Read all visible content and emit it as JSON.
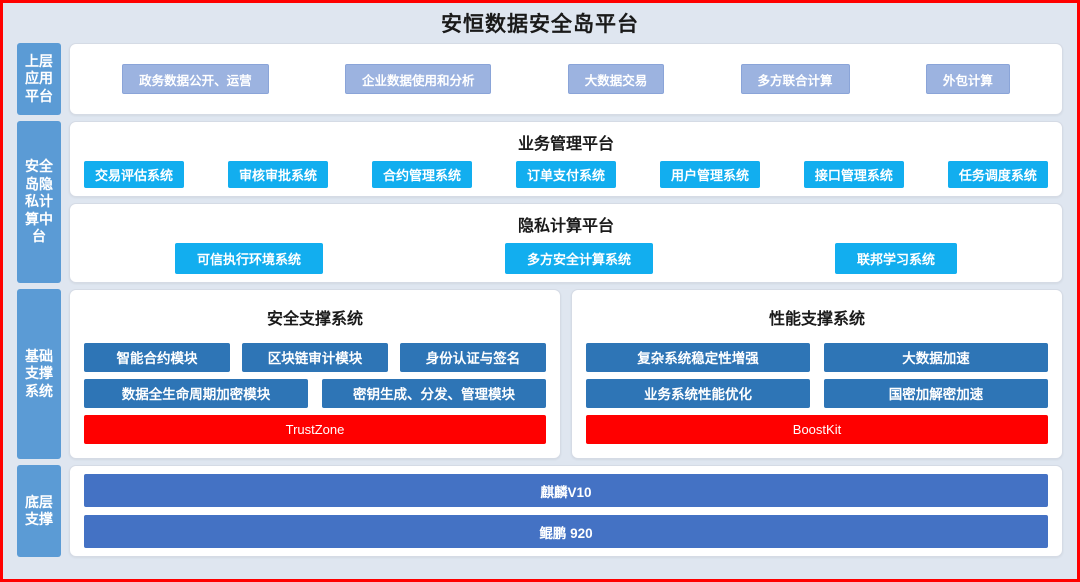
{
  "header": {
    "title": "安恒数据安全岛平台"
  },
  "colors": {
    "background": "#dfe6f0",
    "border": "#ff0000",
    "sidebar": "#5b9bd5",
    "app_chip": "#9cb3e0",
    "cyan_chip": "#12aeef",
    "steel_chip": "#2e75b6",
    "red_chip": "#ff0000",
    "navy_chip": "#4472c4",
    "panel": "#ffffff"
  },
  "layers": [
    {
      "side_label": "上层应用平台",
      "panels": [
        {
          "title": "",
          "chips": [
            "政务数据公开、运营",
            "企业数据使用和分析",
            "大数据交易",
            "多方联合计算",
            "外包计算"
          ]
        }
      ]
    },
    {
      "side_label": "安全岛隐私计算中台",
      "panels": [
        {
          "title": "业务管理平台",
          "chips": [
            "交易评估系统",
            "审核审批系统",
            "合约管理系统",
            "订单支付系统",
            "用户管理系统",
            "接口管理系统",
            "任务调度系统"
          ]
        },
        {
          "title": "隐私计算平台",
          "chips": [
            "可信执行环境系统",
            "多方安全计算系统",
            "联邦学习系统"
          ]
        }
      ]
    },
    {
      "side_label": "基础支撑系统",
      "panels": [
        {
          "title": "安全支撑系统",
          "row1": [
            "智能合约模块",
            "区块链审计模块",
            "身份认证与签名"
          ],
          "row2": [
            "数据全生命周期加密模块",
            "密钥生成、分发、管理模块"
          ],
          "banner": "TrustZone"
        },
        {
          "title": "性能支撑系统",
          "row1": [
            "复杂系统稳定性增强",
            "大数据加速"
          ],
          "row2": [
            "业务系统性能优化",
            "国密加解密加速"
          ],
          "banner": "BoostKit"
        }
      ]
    },
    {
      "side_label": "底层支撑",
      "panels": [
        {
          "title": "",
          "bars": [
            "麒麟V10",
            "鲲鹏 920"
          ]
        }
      ]
    }
  ]
}
